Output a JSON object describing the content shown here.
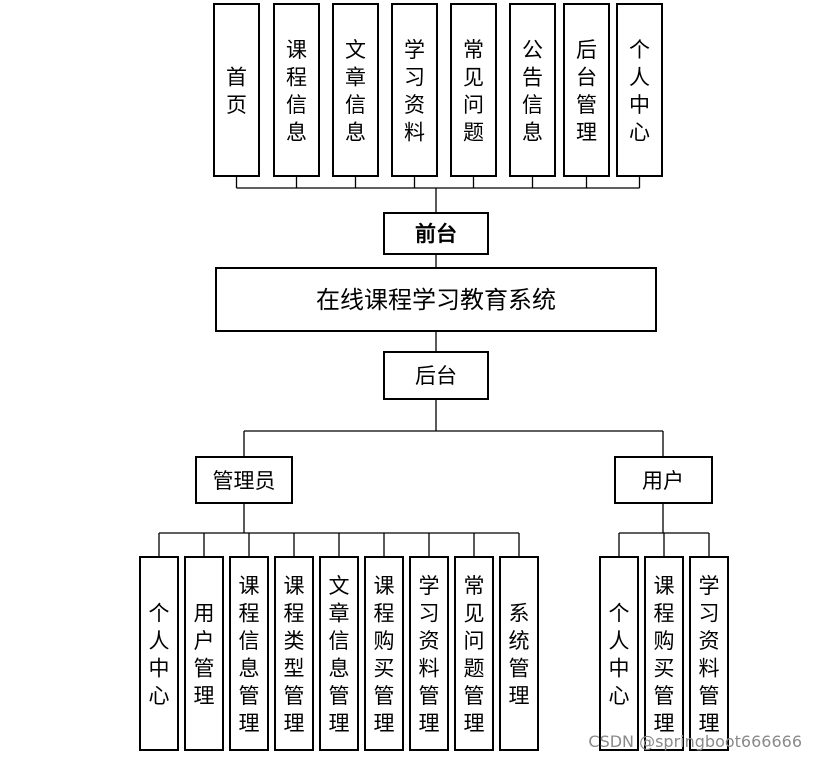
{
  "root": "在线课程学习教育系统",
  "frontend": {
    "label": "前台",
    "items": [
      "首页",
      "课程信息",
      "文章信息",
      "学习资料",
      "常见问题",
      "公告信息",
      "后台管理",
      "个人中心"
    ]
  },
  "backend": {
    "label": "后台",
    "admin": {
      "label": "管理员",
      "items": [
        "个人中心",
        "用户管理",
        "课程信息管理",
        "课程类型管理",
        "文章信息管理",
        "课程购买管理",
        "学习资料管理",
        "常见问题管理",
        "系统管理"
      ]
    },
    "user": {
      "label": "用户",
      "items": [
        "个人中心",
        "课程购买管理",
        "学习资料管理"
      ]
    }
  },
  "watermark": "CSDN @springboot666666"
}
